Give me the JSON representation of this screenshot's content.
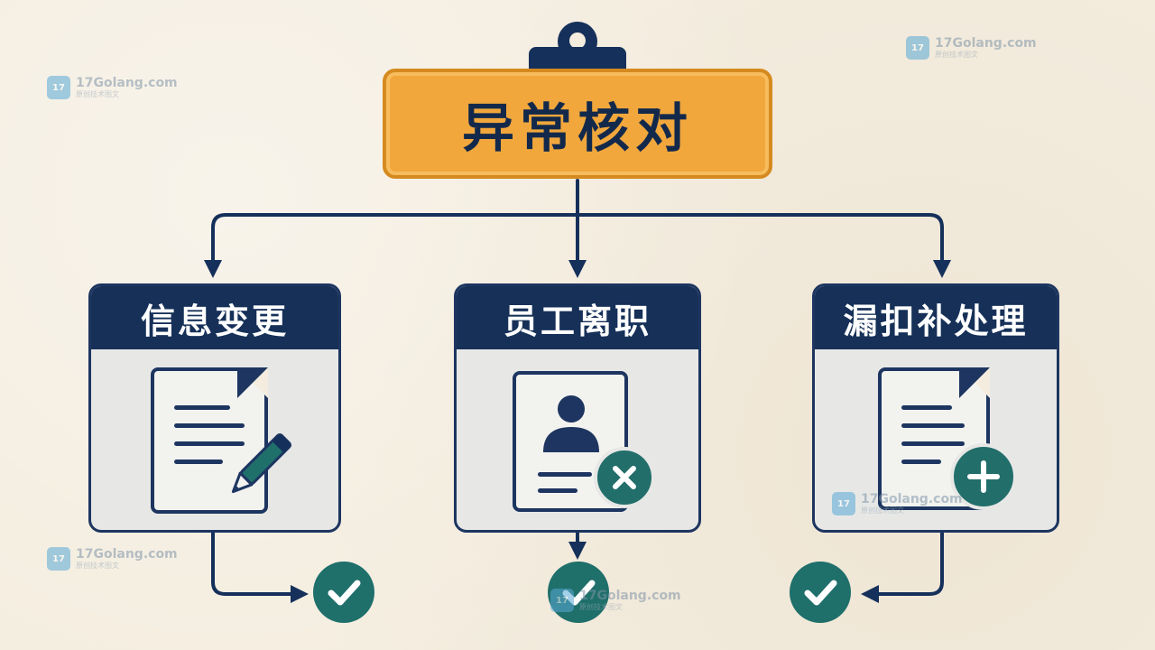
{
  "title": "异常核对",
  "cards": [
    {
      "label": "信息变更",
      "icon": "document-edit-icon"
    },
    {
      "label": "员工离职",
      "icon": "profile-remove-icon"
    },
    {
      "label": "漏扣补处理",
      "icon": "document-add-icon"
    }
  ],
  "watermark": {
    "text": "17Golang.com",
    "sub": "原创技术图文",
    "logo": "17"
  },
  "colors": {
    "navy": "#163058",
    "orange": "#f1a73c",
    "teal": "#1f6f6b",
    "background": "#f4eddf"
  }
}
